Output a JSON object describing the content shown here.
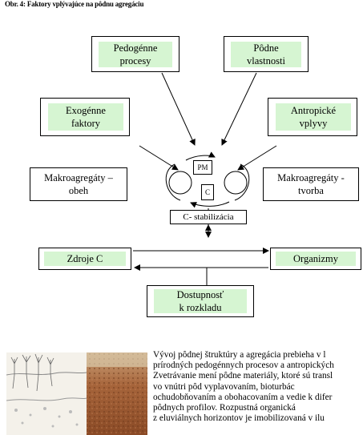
{
  "caption": "Obr. 4: Faktory vplývajúce na pôdnu agregáciu",
  "boxes": {
    "pedogenne": [
      "Pedogénne",
      "procesy"
    ],
    "podne": [
      "Pôdne",
      "vlastnosti"
    ],
    "exogenne": [
      "Exogénne",
      "faktory"
    ],
    "antropicke": [
      "Antropické",
      "vplyvy"
    ],
    "makro_obeh": [
      "Makroagregáty –",
      "obeh"
    ],
    "makro_tvorba": [
      "Makroagregáty -",
      "tvorba"
    ],
    "pm": "PM",
    "c": "C",
    "c_stab": "C- stabilizácia",
    "zdroje": "Zdroje C",
    "organizmy": "Organizmy",
    "dostupnost": [
      "Dostupnosť",
      "k rozkladu"
    ]
  },
  "paragraph": [
    "Vývoj pôdnej štruktúry a agregácia prebieha v l",
    "prírodných pedogénnych procesov a antropických",
    "Zvetrávanie mení pôdne materiály, ktoré sú transl",
    "vo   vnútri   pôd   vyplavovaním,   bioturbác",
    "ochudobňovaním a obohacovaním a vedie k difer",
    "pôdnych   profilov.   Rozpustná   organická",
    "z eluviálnych horizontov je imobilizovaná v ilu"
  ]
}
